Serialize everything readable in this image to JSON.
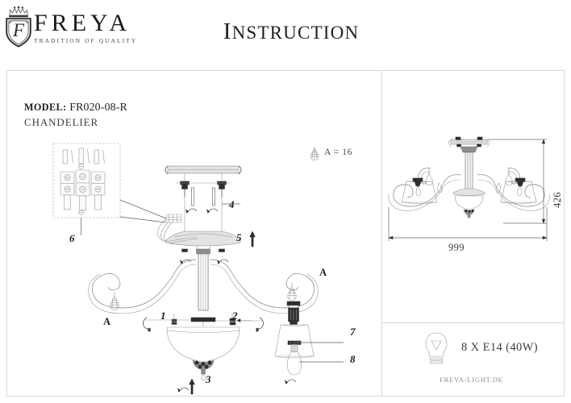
{
  "header": {
    "brand": "FREYA",
    "tagline": "TRADITION OF QUALITY",
    "title_first": "I",
    "title_rest": "NSTRUCTION",
    "logo_icon": "crown-shield-f-emblem",
    "logo_letter": "F"
  },
  "product": {
    "model_label": "MODEL:",
    "model_value": "FR020-08-R",
    "type": "CHANDELIER"
  },
  "crystal_note": {
    "icon": "crystal-teardrop-icon",
    "text": "A = 16"
  },
  "assembly": {
    "callouts": [
      {
        "id": "1",
        "label": "1"
      },
      {
        "id": "2",
        "label": "2"
      },
      {
        "id": "3",
        "label": "3"
      },
      {
        "id": "4",
        "label": "4"
      },
      {
        "id": "5",
        "label": "5"
      },
      {
        "id": "6",
        "label": "6"
      },
      {
        "id": "7",
        "label": "7"
      },
      {
        "id": "8",
        "label": "8"
      }
    ],
    "letters": [
      {
        "id": "left-arm",
        "label": "A"
      },
      {
        "id": "right-arm",
        "label": "A"
      }
    ]
  },
  "dimensions": {
    "width_label": "999",
    "height_label": "426"
  },
  "footer": {
    "bulb_icon": "light-bulb-icon",
    "bulb_spec": "8 X E14 (40W)",
    "website": "FREYA-LIGHT.DE"
  },
  "colors": {
    "ink": "#231f20",
    "line": "#58585a",
    "light_line": "#9a9a9c",
    "frame": "#d9d9d9",
    "muted_text": "#8d8d90"
  }
}
